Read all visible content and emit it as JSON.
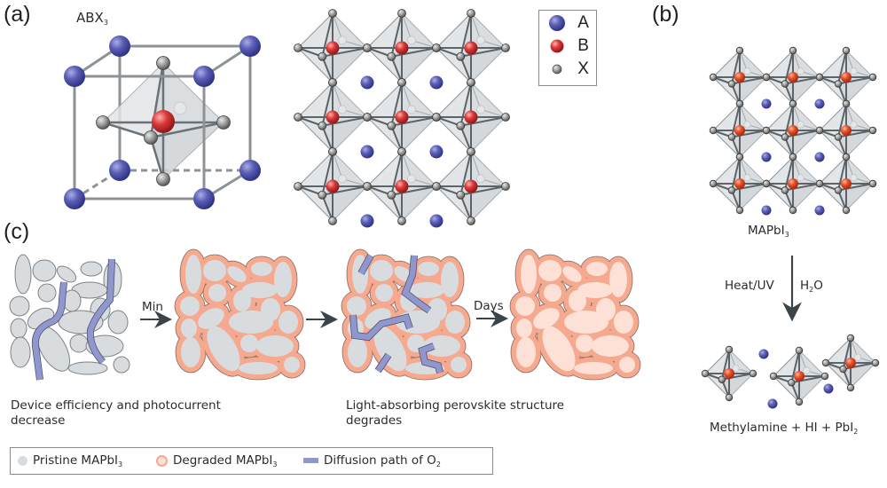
{
  "panels": {
    "a": {
      "label": "(a)",
      "formula_main": "ABX",
      "formula_sub": "3",
      "legend": [
        {
          "symbol": "A",
          "color": "#5a5fb5",
          "size": "large"
        },
        {
          "symbol": "B",
          "color": "#d93a3a",
          "size": "medium"
        },
        {
          "symbol": "X",
          "color": "#9a9a9a",
          "size": "small"
        }
      ]
    },
    "b": {
      "label": "(b)",
      "compound_main": "MAPbI",
      "compound_sub": "3",
      "arrow_left_label": "Heat/UV",
      "arrow_right_label_main": "H",
      "arrow_right_label_sub": "2",
      "arrow_right_label_end": "O",
      "products_main": "Methylamine + HI + PbI",
      "products_sub": "2"
    },
    "c": {
      "label": "(c)",
      "arrow1_label": "Min",
      "arrow2_label": "Days",
      "caption_left_line1": "Device efficiency and photocurrent",
      "caption_left_line2": "decrease",
      "caption_right_line1": "Light-absorbing perovskite structure",
      "caption_right_line2": "degrades",
      "legend": [
        {
          "label_main": "Pristine MAPbI",
          "label_sub": "3",
          "icon": "gray-dot",
          "color": "#d9dcdf"
        },
        {
          "label_main": "Degraded MAPbI",
          "label_sub": "3",
          "icon": "orange-ring",
          "color": "#f5a98f"
        },
        {
          "label_main": "Diffusion path of O",
          "label_sub": "2",
          "icon": "blue-bar",
          "color": "#8f97cc"
        }
      ]
    }
  },
  "colors": {
    "a_site": "#5a5fb5",
    "b_site": "#d93a3a",
    "b_site_panel_b": "#e8502c",
    "x_site": "#9a9a9a",
    "octahedron_fill": "#e6e8ea",
    "bond": "#5d6469",
    "pristine_grain": "#d9dcdf",
    "degraded_shell": "#f5a98f",
    "degraded_core": "#fde0d6",
    "o2_path": "#8f97cc",
    "arrow": "#3d4449"
  }
}
